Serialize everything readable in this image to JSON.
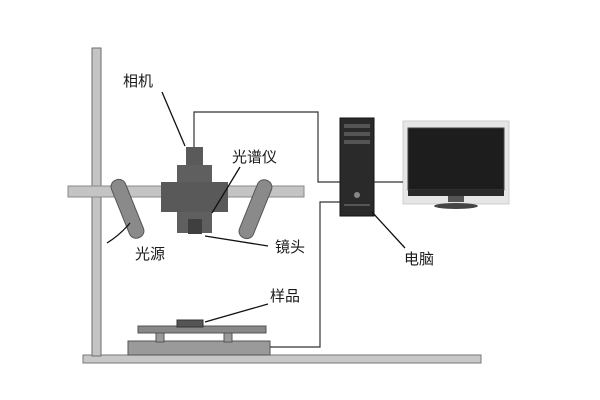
{
  "labels": {
    "camera": "相机",
    "spectrometer": "光谱仪",
    "light_source": "光源",
    "lens": "镜头",
    "computer": "电脑",
    "sample": "样品"
  },
  "colors": {
    "stand": "#bfbfbf",
    "stand_stroke": "#6e6e6e",
    "device_dark": "#555555",
    "device_mid": "#777777",
    "lamp": "#8a8a8a",
    "monitor_frame": "#e6e6e6",
    "screen": "#1d1d1d",
    "wire": "#333333"
  },
  "icons": {
    "pc_tower": "computer-tower-icon",
    "monitor": "monitor-icon"
  }
}
